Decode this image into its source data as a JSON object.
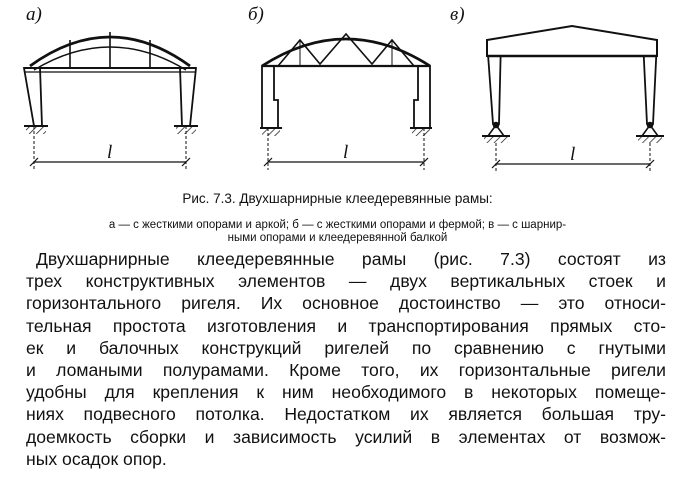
{
  "figure": {
    "labels": {
      "a": "а)",
      "b": "б)",
      "c": "в)"
    },
    "span_label": "l"
  },
  "caption": {
    "title": "Рис. 7.3. Двухшарнирные клеедеревянные рамы:",
    "sub_lines": [
      "а — с жесткими опорами и аркой; б — с жесткими опорами и фермой; в — с шарнир-",
      "ными опорами и клеедеревянной балкой"
    ]
  },
  "body": {
    "lines": [
      "Двухшарнирные клеедеревянные рамы (рис. 7.3) состоят из",
      "трех конструктивных элементов — двух вертикальных стоек и",
      "горизонтального ригеля. Их основное достоинство — это относи-",
      "тельная простота изготовления и транспортирования прямых сто-",
      "ек и балочных конструкций ригелей по сравнению с гнутыми",
      "и ломаными полурамами. Кроме того, их горизонтальные ригели",
      "удобны для крепления к ним необходимого в некоторых помеще-",
      "ниях подвесного потолка. Недостатком их является большая тру-",
      "доемкость сборки и зависимость усилий в элементах от возмож-",
      "ных осадок опор."
    ]
  }
}
